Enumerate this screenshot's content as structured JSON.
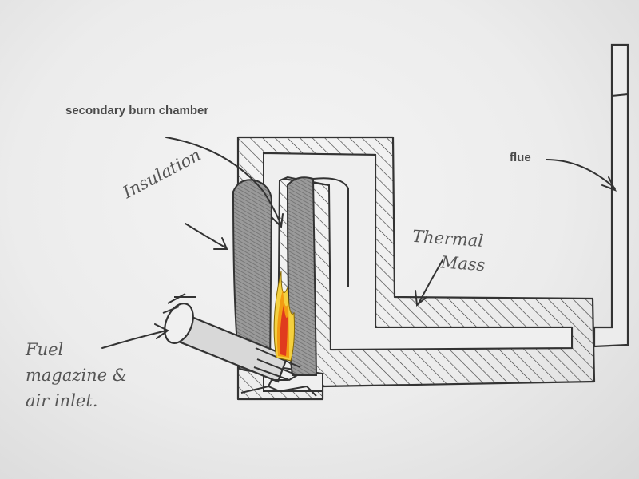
{
  "labels": {
    "secondary_burn_chamber": "secondary burn chamber",
    "insulation": "Insulation",
    "flue": "flue",
    "thermal_mass_line1": "Thermal",
    "thermal_mass_line2": "Mass",
    "fuel_line1": "Fuel",
    "fuel_line2": "magazine &",
    "fuel_line3": "air inlet."
  },
  "colors": {
    "paper": "#ececec",
    "ink": "#3a3a3a",
    "pencil_shading": "#8a8a8a",
    "flame_red": "#e03b1e",
    "flame_orange": "#f39c12",
    "flame_yellow": "#f4d03f"
  }
}
